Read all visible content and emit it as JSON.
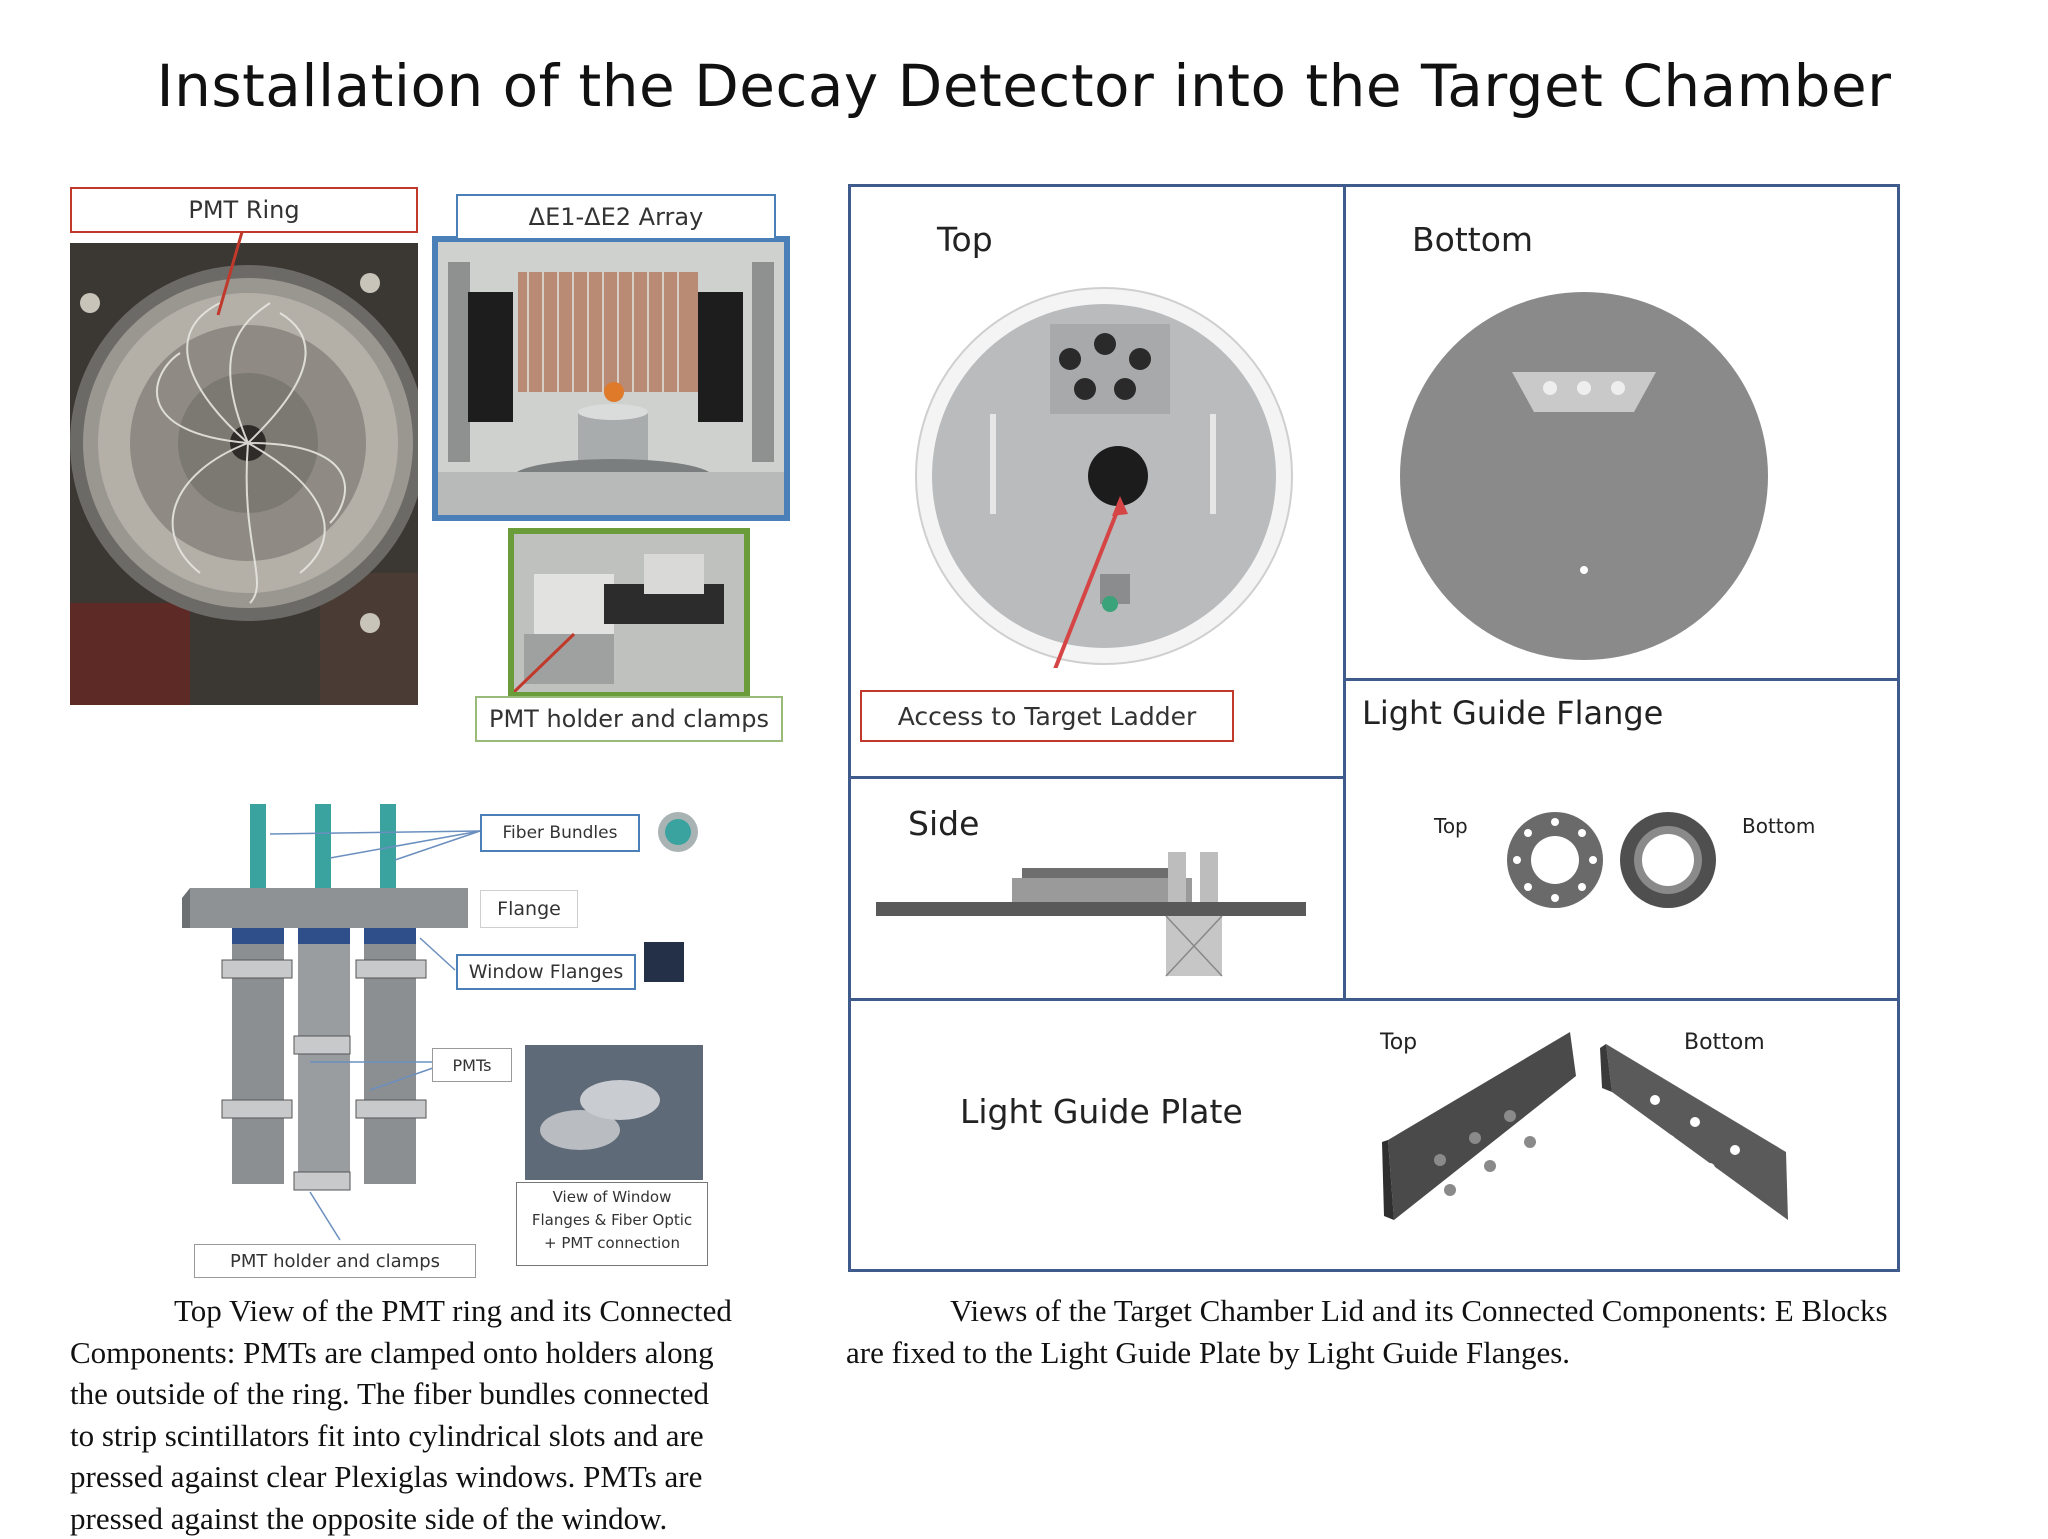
{
  "title": "Installation of the Decay Detector into the Target Chamber",
  "left": {
    "photo_labels": {
      "pmt_ring": "PMT Ring",
      "array": "ΔE1-ΔE2 Array",
      "holder_top": "PMT holder and clamps"
    },
    "diagram_labels": {
      "fiber_bundles": "Fiber Bundles",
      "flange": "Flange",
      "window_flanges": "Window Flanges",
      "pmts": "PMTs",
      "view_window_1": "View of Window",
      "view_window_2": "Flanges & Fiber Optic",
      "view_window_3": "+ PMT connection",
      "holder_bottom": "PMT holder and clamps"
    },
    "caption_lines": [
      "Top View of the PMT ring and its Connected",
      "Components: PMTs are clamped onto holders along",
      "the outside of the ring. The fiber bundles connected",
      "to strip scintillators fit into cylindrical slots and are",
      "pressed against clear Plexiglas windows. PMTs are",
      "pressed against the opposite side of the window."
    ]
  },
  "right": {
    "top": "Top",
    "bottom": "Bottom",
    "access": "Access to Target Ladder",
    "side": "Side",
    "lgf": "Light Guide Flange",
    "lgf_top": "Top",
    "lgf_bottom": "Bottom",
    "lgp": "Light Guide Plate",
    "lgp_top": "Top",
    "lgp_bottom": "Bottom",
    "caption_lines": [
      "Views of the Target Chamber Lid and its Connected Components: E Blocks",
      "are fixed to the Light Guide Plate by Light Guide Flanges."
    ]
  },
  "colors": {
    "panel_border": "#3f5b8c",
    "red_label": "#c0392b",
    "blue_label": "#4a7fb8",
    "green_frame": "#6a9c3a",
    "teal_fiber": "#3aa3a0"
  }
}
